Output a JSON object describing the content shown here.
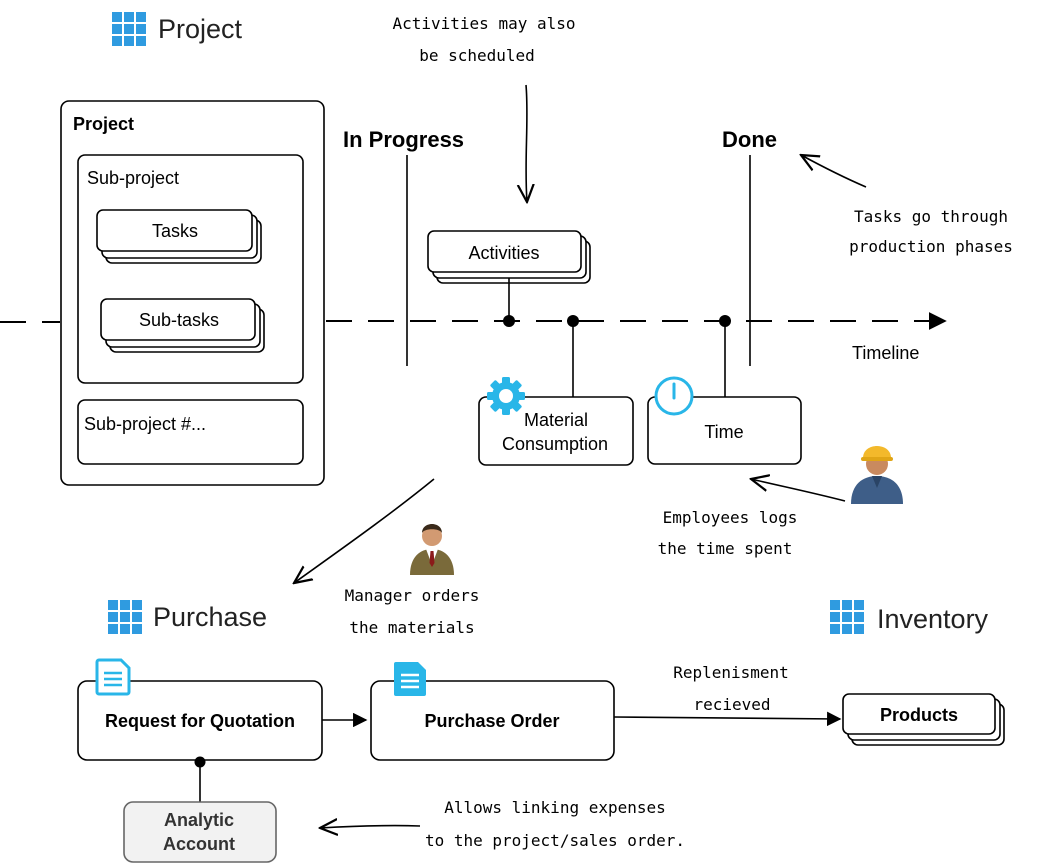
{
  "sections": {
    "project": "Project",
    "purchase": "Purchase",
    "inventory": "Inventory"
  },
  "project_box": {
    "title": "Project",
    "subproject": "Sub-project",
    "tasks": "Tasks",
    "subtasks": "Sub-tasks",
    "subproject_more": "Sub-project #..."
  },
  "phases": {
    "in_progress": "In Progress",
    "done": "Done"
  },
  "timeline_label": "Timeline",
  "nodes": {
    "activities": "Activities",
    "material_consumption": [
      "Material",
      "Consumption"
    ],
    "time": "Time",
    "rfq": "Request for Quotation",
    "purchase_order": "Purchase Order",
    "products": "Products",
    "analytic_account": [
      "Analytic",
      "Account"
    ]
  },
  "notes": {
    "activities_scheduled": [
      "Activities may also",
      "be scheduled"
    ],
    "tasks_phases": [
      "Tasks go through",
      "production phases"
    ],
    "employees_log": [
      "Employees logs",
      "the time spent"
    ],
    "manager_orders": [
      "Manager orders",
      "the materials"
    ],
    "replenishment": [
      "Replenisment",
      "recieved"
    ],
    "allows_linking": [
      "Allows linking expenses",
      "to the project/sales order."
    ]
  },
  "icons": {
    "app_grid": "app-grid-icon",
    "gear": "gear-icon",
    "clock": "clock-icon",
    "document": "document-icon",
    "worker": "worker-avatar",
    "manager": "manager-avatar"
  },
  "colors": {
    "accent": "#2f9be0",
    "icon_cyan": "#29b6e8"
  }
}
